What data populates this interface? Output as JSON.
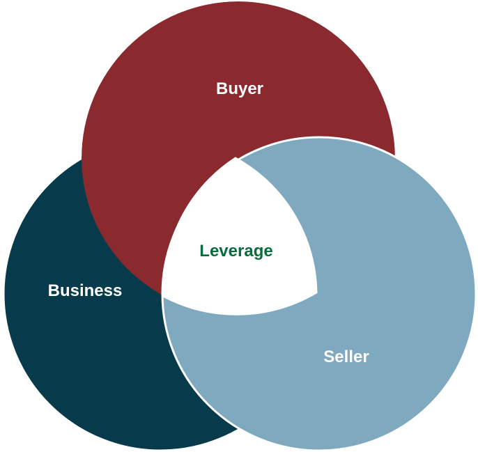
{
  "diagram": {
    "buyer": {
      "label": "Buyer",
      "color": "#8a2a2e"
    },
    "business": {
      "label": "Business",
      "color": "#073b4c"
    },
    "seller": {
      "label": "Seller",
      "color": "#7ea9bf"
    },
    "center": {
      "label": "Leverage",
      "color": "#ffffff",
      "text_color": "#0a6b3d"
    },
    "outline_color": "#ffffff",
    "label_color": "#ffffff"
  }
}
